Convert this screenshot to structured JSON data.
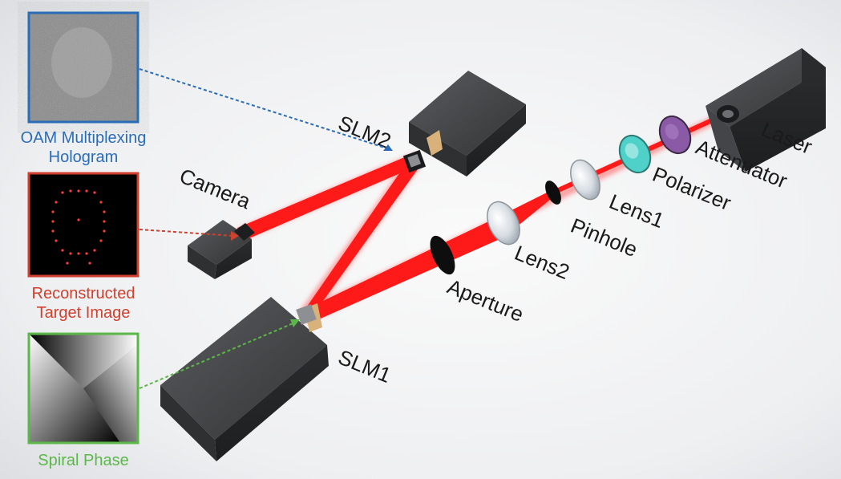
{
  "labels": {
    "slm2": "SLM2",
    "slm1": "SLM1",
    "camera": "Camera",
    "laser": "Laser",
    "attenuator": "Attenuator",
    "polarizer": "Polarizer",
    "lens1": "Lens1",
    "pinhole": "Pinhole",
    "lens2": "Lens2",
    "aperture": "Aperture"
  },
  "insets": {
    "hologram": {
      "line1": "OAM Multiplexing",
      "line2": "Hologram",
      "color": "#2b6cb8"
    },
    "target": {
      "line1": "Reconstructed",
      "line2": "Target Image",
      "color": "#d0402e"
    },
    "spiral": {
      "line1": "Spiral Phase",
      "color": "#5bb848"
    }
  },
  "colors": {
    "beam": "#ff1a1a",
    "device": "#3a3b3d",
    "polarizer": "#4fd0c8",
    "attenuator": "#8a5aa6"
  }
}
